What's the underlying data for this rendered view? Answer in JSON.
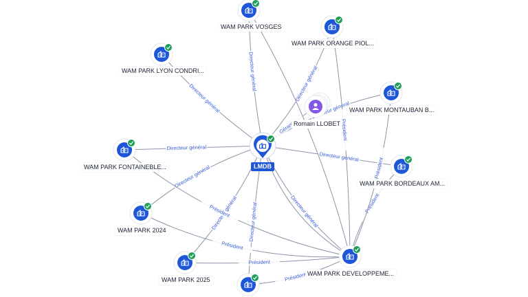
{
  "main": {
    "id": "lmdb",
    "label": "LMDB"
  },
  "person": {
    "id": "person",
    "label": "Romain LLOBET"
  },
  "nodes": [
    {
      "id": "vosges",
      "label": "WAM PARK VOSGES"
    },
    {
      "id": "orange",
      "label": "WAM PARK ORANGE PIOL..."
    },
    {
      "id": "lyon",
      "label": "WAM PARK LYON CONDRI..."
    },
    {
      "id": "montauban",
      "label": "WAM PARK MONTAUBAN B..."
    },
    {
      "id": "fontaine",
      "label": "WAM PARK FONTAINEBLE..."
    },
    {
      "id": "bordeaux",
      "label": "WAM PARK BORDEAUX AM..."
    },
    {
      "id": "p2024",
      "label": "WAM PARK 2024"
    },
    {
      "id": "p2025",
      "label": "WAM PARK 2025"
    },
    {
      "id": "devel",
      "label": "WAM PARK DEVELOPPEME..."
    },
    {
      "id": "bottom",
      "label": ""
    }
  ],
  "edges": [
    {
      "from": "lmdb",
      "to": "vosges",
      "label": "Directeur général"
    },
    {
      "from": "lmdb",
      "to": "lyon",
      "label": "Directeur général"
    },
    {
      "from": "lmdb",
      "to": "orange",
      "label": "Directeur général"
    },
    {
      "from": "lmdb",
      "to": "fontaine",
      "label": "Directeur général"
    },
    {
      "from": "lmdb",
      "to": "montauban",
      "label": "Directeur général"
    },
    {
      "from": "lmdb",
      "to": "bordeaux",
      "label": "Directeur général"
    },
    {
      "from": "lmdb",
      "to": "p2024",
      "label": "Directeur général"
    },
    {
      "from": "lmdb",
      "to": "p2025",
      "label": "Directeur général"
    },
    {
      "from": "lmdb",
      "to": "devel",
      "label": "Directeur général"
    },
    {
      "from": "lmdb",
      "to": "bottom",
      "label": "Directeur général"
    },
    {
      "from": "person",
      "to": "lmdb",
      "label": "Gérant"
    },
    {
      "from": "devel",
      "to": "p2024",
      "label": "Président"
    },
    {
      "from": "devel",
      "to": "p2025",
      "label": "Président"
    },
    {
      "from": "devel",
      "to": "bottom",
      "label": "Président"
    },
    {
      "from": "devel",
      "to": "orange",
      "label": "Président"
    },
    {
      "from": "devel",
      "to": "bordeaux",
      "label": "Président"
    },
    {
      "from": "devel",
      "to": "montauban",
      "label": "Président"
    },
    {
      "from": "devel",
      "to": "fontaine",
      "label": "Président"
    },
    {
      "from": "devel",
      "to": "vosges",
      "label": ""
    },
    {
      "from": "devel",
      "to": "lmdb",
      "label": ""
    }
  ]
}
